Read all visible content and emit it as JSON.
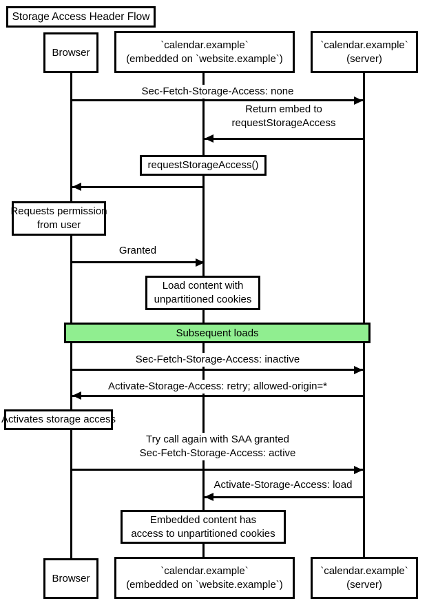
{
  "diagram": {
    "title": "Storage Access Header Flow",
    "type": "sequence",
    "colors": {
      "line": "#000000",
      "label_bg": "#ffffff",
      "band_fill": "#90EE90"
    }
  },
  "participants": [
    {
      "id": "browser",
      "lines": [
        "Browser"
      ]
    },
    {
      "id": "embed",
      "lines": [
        "`calendar.example`",
        "(embedded on `website.example`)"
      ]
    },
    {
      "id": "server",
      "lines": [
        "`calendar.example`",
        "(server)"
      ]
    }
  ],
  "messages": [
    {
      "from": "browser",
      "to": "server",
      "label": "Sec-Fetch-Storage-Access: none"
    },
    {
      "from": "server",
      "to": "embed",
      "lines": [
        "Return embed to",
        "requestStorageAccess"
      ]
    },
    {
      "from": "embed",
      "to": "browser",
      "label": "requestStorageAccess()",
      "style": "boxed"
    },
    {
      "from": "browser",
      "to": "embed",
      "label": "Granted"
    },
    {
      "from": "browser",
      "to": "server",
      "label": "Sec-Fetch-Storage-Access: inactive"
    },
    {
      "from": "server",
      "to": "browser",
      "label": "Activate-Storage-Access: retry; allowed-origin=*"
    },
    {
      "from": "browser",
      "to": "server",
      "lines": [
        "Try call again with SAA granted",
        "Sec-Fetch-Storage-Access: active"
      ]
    },
    {
      "from": "server",
      "to": "embed",
      "label": "Activate-Storage-Access: load"
    }
  ],
  "notes": [
    {
      "over": "browser",
      "lines": [
        "Requests permission",
        "from user"
      ]
    },
    {
      "over": "embed",
      "lines": [
        "Load content with",
        "unpartitioned cookies"
      ]
    },
    {
      "over": "browser",
      "label": "Activates storage access"
    },
    {
      "over": "embed",
      "lines": [
        "Embedded content has",
        "access to unpartitioned cookies"
      ]
    }
  ],
  "divider": {
    "label": "Subsequent loads",
    "fill": "#90EE90"
  }
}
